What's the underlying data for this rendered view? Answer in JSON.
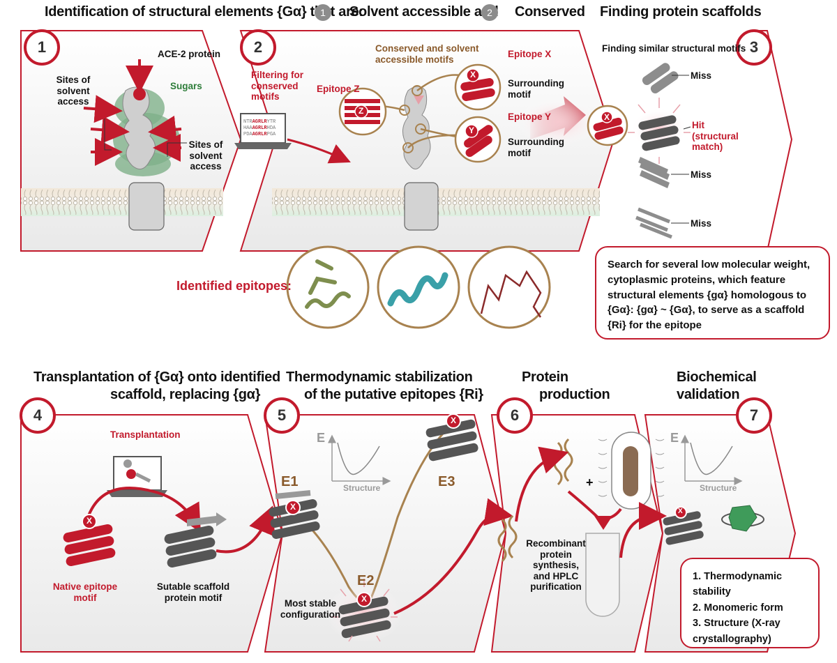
{
  "header": {
    "title_prefix": "Identification of structural elements {Gα} that are:",
    "pill1": "1",
    "crit1": "Solvent accessible and",
    "pill2": "2",
    "crit2": "Conserved",
    "title_right": "Finding protein scaffolds"
  },
  "steps": {
    "s1": "1",
    "s2": "2",
    "s3": "3",
    "s4": "4",
    "s5": "5",
    "s6": "6",
    "s7": "7"
  },
  "panel1": {
    "ace2": "ACE-2 protein",
    "sugars": "Sugars",
    "sites_left": "Sites of solvent access",
    "sites_right": "Sites of solvent access"
  },
  "panel2": {
    "filtering": "Filtering for conserved motifs",
    "seq": [
      "NTRAGRLRYTR",
      "HAAAGRLRHDA",
      "PDAAGRLRPGA"
    ],
    "cons_motifs": "Conserved and solvent accessible motifs",
    "epitope_x": "Epitope X",
    "epitope_y": "Epitope Y",
    "epitope_z": "Epitope Z",
    "surrounding1": "Surrounding motif",
    "surrounding2": "Surrounding motif",
    "marker_x": "X",
    "marker_y": "Y",
    "marker_z": "Z"
  },
  "panel3": {
    "finding": "Finding similar structural motifs",
    "miss1": "Miss",
    "hit": "Hit (structural match)",
    "miss2": "Miss",
    "miss3": "Miss",
    "marker_x": "X"
  },
  "identified": "Identified epitopes:",
  "search_box": "Search for several low molecular weight, cytoplasmic proteins, which feature structural elements {gα} homologous to {Gα}: {gα} ~ {Gα}, to serve as a scaffold {Ri} for the epitope",
  "bottom_heads": {
    "h4a": "Transplantation of {Gα} onto identified",
    "h4b": "scaffold, replacing {gα}",
    "h5a": "Thermodynamic stabilization",
    "h5b": "of the putative epitopes {Ri}",
    "h6a": "Protein",
    "h6b": "production",
    "h7a": "Biochemical",
    "h7b": "validation"
  },
  "panel4": {
    "transplantation": "Transplantation",
    "native": "Native epitope motif",
    "scaffold": "Sutable scaffold protein motif",
    "marker_x": "X"
  },
  "panel5": {
    "axis_e": "E",
    "axis_structure": "Structure",
    "e1": "E1",
    "e2": "E2",
    "e3": "E3",
    "most_stable": "Most stable configuration",
    "marker_x": "X"
  },
  "panel6": {
    "plus": "+",
    "recombinant": "Recombinant protein synthesis, and HPLC purification"
  },
  "panel7": {
    "axis_e": "E",
    "axis_structure": "Structure",
    "marker_x": "X",
    "validation": [
      "1. Thermodynamic stability",
      "2. Monomeric form",
      "3. Structure (X-ray crystallography)"
    ]
  },
  "colors": {
    "accent_red": "#c21a2c",
    "tan": "#a8824f",
    "membrane_gray": "#d9d6d0",
    "teal": "#3aa0a8",
    "olive": "#7e8e4e",
    "green_sugar": "#4f8a5e"
  }
}
